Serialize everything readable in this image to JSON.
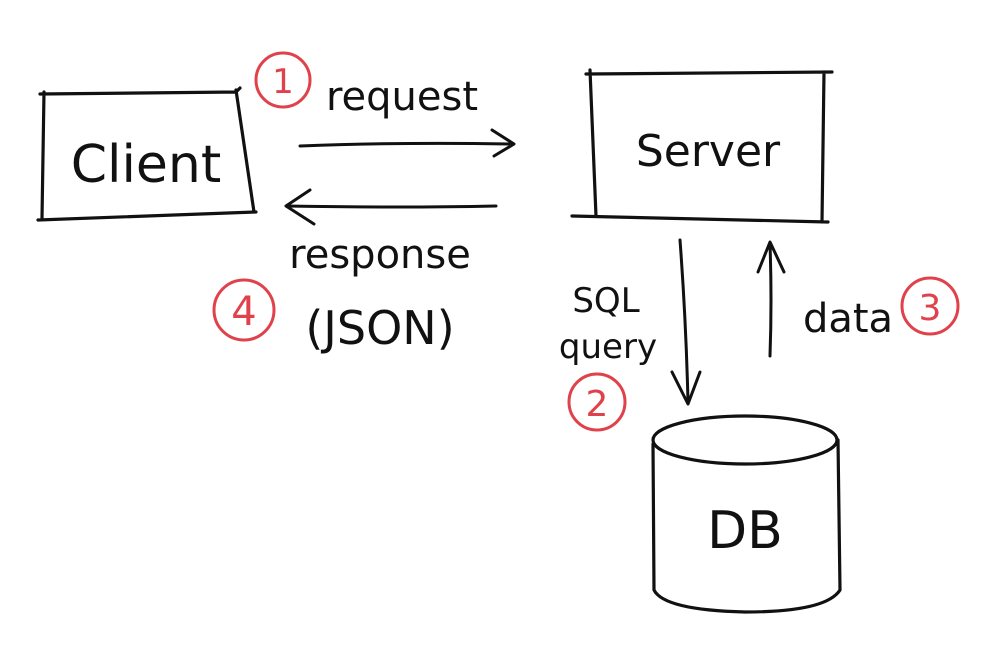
{
  "nodes": {
    "client": {
      "label": "Client"
    },
    "server": {
      "label": "Server"
    },
    "db": {
      "label": "DB"
    }
  },
  "edges": {
    "request": {
      "label": "request",
      "step": "1"
    },
    "response": {
      "label_line1": "response",
      "label_line2": "(JSON)",
      "step": "4"
    },
    "sql_query": {
      "label_line1": "SQL",
      "label_line2": "query",
      "step": "2"
    },
    "data": {
      "label": "data",
      "step": "3"
    }
  },
  "colors": {
    "ink": "#111111",
    "step_marker": "#e0424b",
    "background": "#ffffff"
  }
}
